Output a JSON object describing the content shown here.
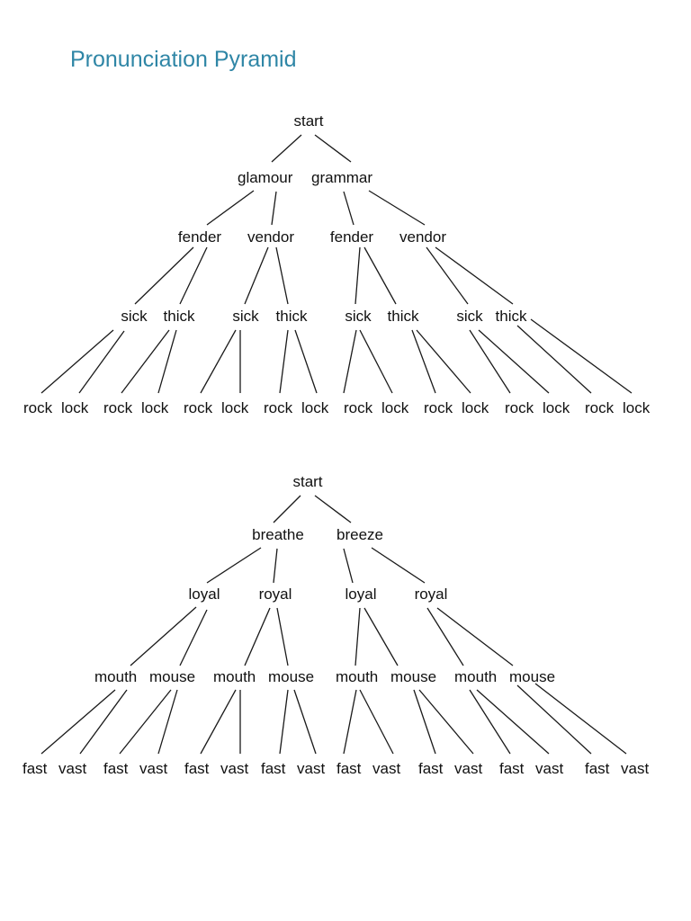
{
  "title": "Pronunciation Pyramid",
  "trees": [
    {
      "root": "start",
      "level1": [
        "glamour",
        "grammar"
      ],
      "level2": [
        "fender",
        "vendor",
        "fender",
        "vendor"
      ],
      "level3": [
        "sick",
        "thick",
        "sick",
        "thick",
        "sick",
        "thick",
        "sick",
        "thick"
      ],
      "level4": [
        "rock",
        "lock",
        "rock",
        "lock",
        "rock",
        "lock",
        "rock",
        "lock",
        "rock",
        "lock",
        "rock",
        "lock",
        "rock",
        "lock",
        "rock",
        "lock"
      ]
    },
    {
      "root": "start",
      "level1": [
        "breathe",
        "breeze"
      ],
      "level2": [
        "loyal",
        "royal",
        "loyal",
        "royal"
      ],
      "level3": [
        "mouth",
        "mouse",
        "mouth",
        "mouse",
        "mouth",
        "mouse",
        "mouth",
        "mouse"
      ],
      "level4": [
        "fast",
        "vast",
        "fast",
        "vast",
        "fast",
        "vast",
        "fast",
        "vast",
        "fast",
        "vast",
        "fast",
        "vast",
        "fast",
        "vast",
        "fast",
        "vast"
      ]
    }
  ]
}
